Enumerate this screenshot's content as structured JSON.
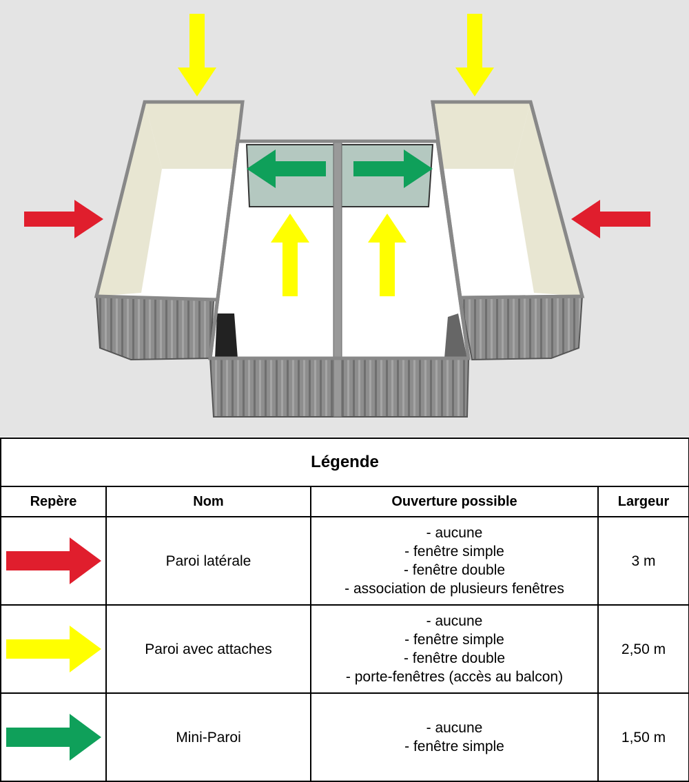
{
  "colors": {
    "red": "#e01e2d",
    "yellow": "#ffff00",
    "green": "#0fa05a",
    "background": "#e4e4e4",
    "container_wall": "#8e8e8e",
    "interior_floor": "#ffffff",
    "interior_wall": "#e8e6d2",
    "glass": "#b4c8c0"
  },
  "icons": {
    "red": "red-arrow-icon",
    "yellow": "yellow-arrow-icon",
    "green": "green-arrow-icon"
  },
  "legend": {
    "title": "Légende",
    "headers": {
      "marker": "Repère",
      "name": "Nom",
      "opening": "Ouverture possible",
      "width": "Largeur"
    },
    "rows": [
      {
        "arrow_color": "red",
        "name": "Paroi latérale",
        "openings": [
          "- aucune",
          "- fenêtre simple",
          "- fenêtre double",
          "- association de plusieurs fenêtres"
        ],
        "width": "3 m"
      },
      {
        "arrow_color": "yellow",
        "name": "Paroi avec attaches",
        "openings": [
          "- aucune",
          "- fenêtre simple",
          "- fenêtre double",
          "- porte-fenêtres (accès au balcon)"
        ],
        "width": "2,50 m"
      },
      {
        "arrow_color": "green",
        "name": "Mini-Paroi",
        "openings": [
          "- aucune",
          "- fenêtre simple"
        ],
        "width": "1,50 m"
      }
    ]
  }
}
